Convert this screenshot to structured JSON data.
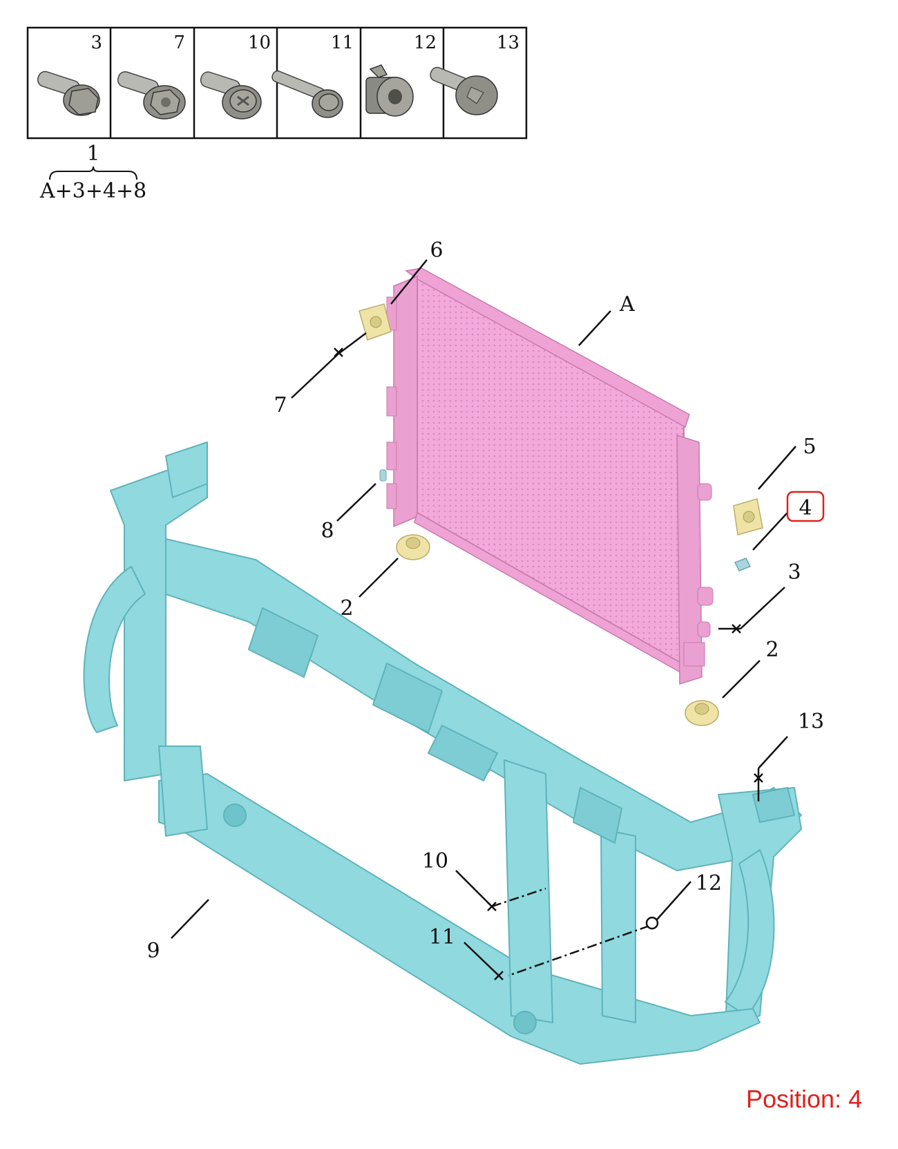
{
  "colors": {
    "frame": "#8fd9df",
    "frame_dark": "#5fb3bb",
    "radiator": "#f3a9d9",
    "radiator_dark": "#d88ac0",
    "mount": "#efe4a6",
    "line": "#111111",
    "highlight": "#e0201c",
    "position_text": "#e0201c"
  },
  "legend_table": {
    "cells": [
      {
        "number": "3",
        "icon": "hex-bolt-with-washer-icon"
      },
      {
        "number": "7",
        "icon": "hex-flange-bolt-icon"
      },
      {
        "number": "10",
        "icon": "torx-flange-bolt-icon"
      },
      {
        "number": "11",
        "icon": "long-torx-bolt-icon"
      },
      {
        "number": "12",
        "icon": "clip-nut-icon"
      },
      {
        "number": "13",
        "icon": "flat-head-bolt-icon"
      }
    ]
  },
  "assembly": {
    "number": "1",
    "formula": "A+3+4+8"
  },
  "callouts": {
    "six": "6",
    "a": "A",
    "seven": "7",
    "five": "5",
    "four": "4",
    "eight": "8",
    "two_left": "2",
    "three": "3",
    "two_right": "2",
    "thirteen": "13",
    "ten": "10",
    "twelve": "12",
    "eleven": "11",
    "nine": "9"
  },
  "highlighted_callout": "4",
  "position_label": "Position: 4"
}
